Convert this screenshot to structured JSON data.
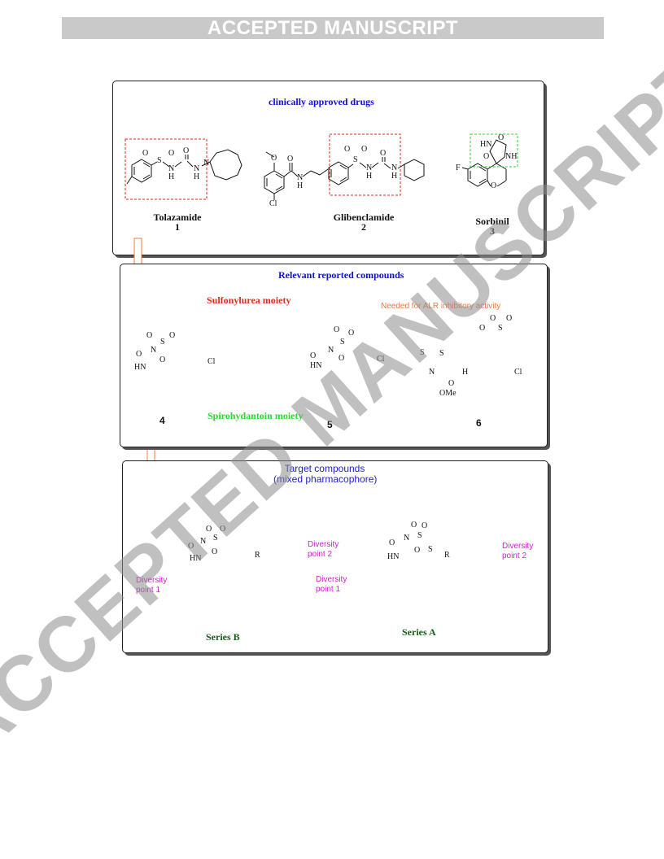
{
  "banner": "ACCEPTED MANUSCRIPT",
  "watermark": "ACCEPTED MANUSCRIPT",
  "panel1": {
    "title": "clinically approved drugs",
    "drugs": [
      {
        "name": "Tolazamide",
        "number": "1"
      },
      {
        "name": "Glibenclamide",
        "number": "2"
      },
      {
        "name": "Sorbinil",
        "number": "3"
      }
    ]
  },
  "panel2": {
    "title": "Relevant reported compounds",
    "sulfonylurea_label": "Sulfonylurea moiety",
    "spiro_label": "Spirohydantoin moiety",
    "alr_label": "Needed for ALR inhibitory activity",
    "compounds": [
      "4",
      "5",
      "6"
    ]
  },
  "panel3": {
    "title_line1": "Target compounds",
    "title_line2": "(mixed pharmacophore)",
    "diversity_point_1": [
      "Diversity",
      "point   1"
    ],
    "diversity_point_2": [
      "Diversity",
      "point   2"
    ],
    "series_b": "Series B",
    "series_a": "Series A"
  },
  "atoms": {
    "O": "O",
    "S": "S",
    "N": "N",
    "H": "H",
    "HN": "HN",
    "NH": "NH",
    "Cl": "Cl",
    "F": "F",
    "R": "R",
    "OMe": "OMe"
  },
  "colors": {
    "title_blue": "#1010d8",
    "sulfonylurea_red": "#e22a1e",
    "spiro_green": "#2fd62f",
    "alr_orange": "#f07840",
    "diversity_magenta": "#d21ed2",
    "series_green": "#1a5c1a",
    "banner_grey": "#c9c9c9"
  }
}
